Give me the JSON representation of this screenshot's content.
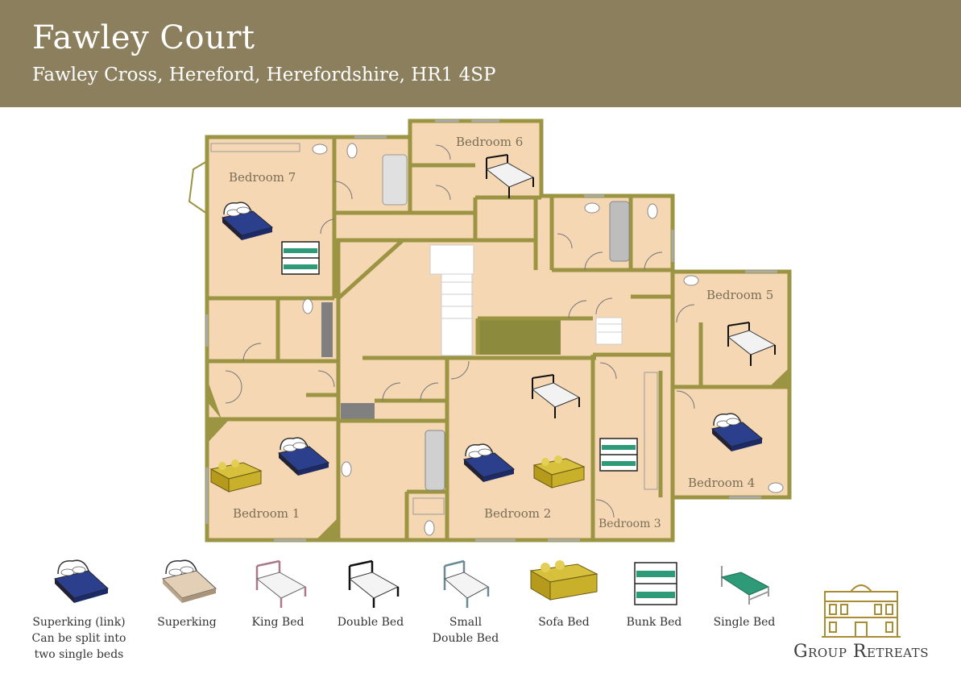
{
  "header": {
    "title": "Fawley Court",
    "address": "Fawley Cross, Hereford, Herefordshire, HR1 4SP"
  },
  "rooms": {
    "bedroom_1": "Bedroom 1",
    "bedroom_2": "Bedroom 2",
    "bedroom_3": "Bedroom 3",
    "bedroom_4": "Bedroom 4",
    "bedroom_5": "Bedroom 5",
    "bedroom_6": "Bedroom 6",
    "bedroom_7": "Bedroom 7"
  },
  "legend": [
    {
      "icon": "superking-link-bed-icon",
      "line1": "Superking (link)",
      "line2": "Can be split into",
      "line3": "two single beds"
    },
    {
      "icon": "superking-bed-icon",
      "line1": "Superking"
    },
    {
      "icon": "king-bed-icon",
      "line1": "King Bed"
    },
    {
      "icon": "double-bed-icon",
      "line1": "Double Bed"
    },
    {
      "icon": "small-double-bed-icon",
      "line1": "Small",
      "line2": "Double Bed"
    },
    {
      "icon": "sofa-bed-icon",
      "line1": "Sofa Bed"
    },
    {
      "icon": "bunk-bed-icon",
      "line1": "Bunk Bed"
    },
    {
      "icon": "single-bed-icon",
      "line1": "Single Bed"
    }
  ],
  "logo": {
    "text": "Group Retreats"
  },
  "colors": {
    "banner": "#8b7f5e",
    "wall": "#9a9443",
    "floor": "#f6d7b4",
    "superking_blue": "#2c3f8c",
    "sofa_yellow": "#c9b02a",
    "single_green": "#2f9a78"
  }
}
